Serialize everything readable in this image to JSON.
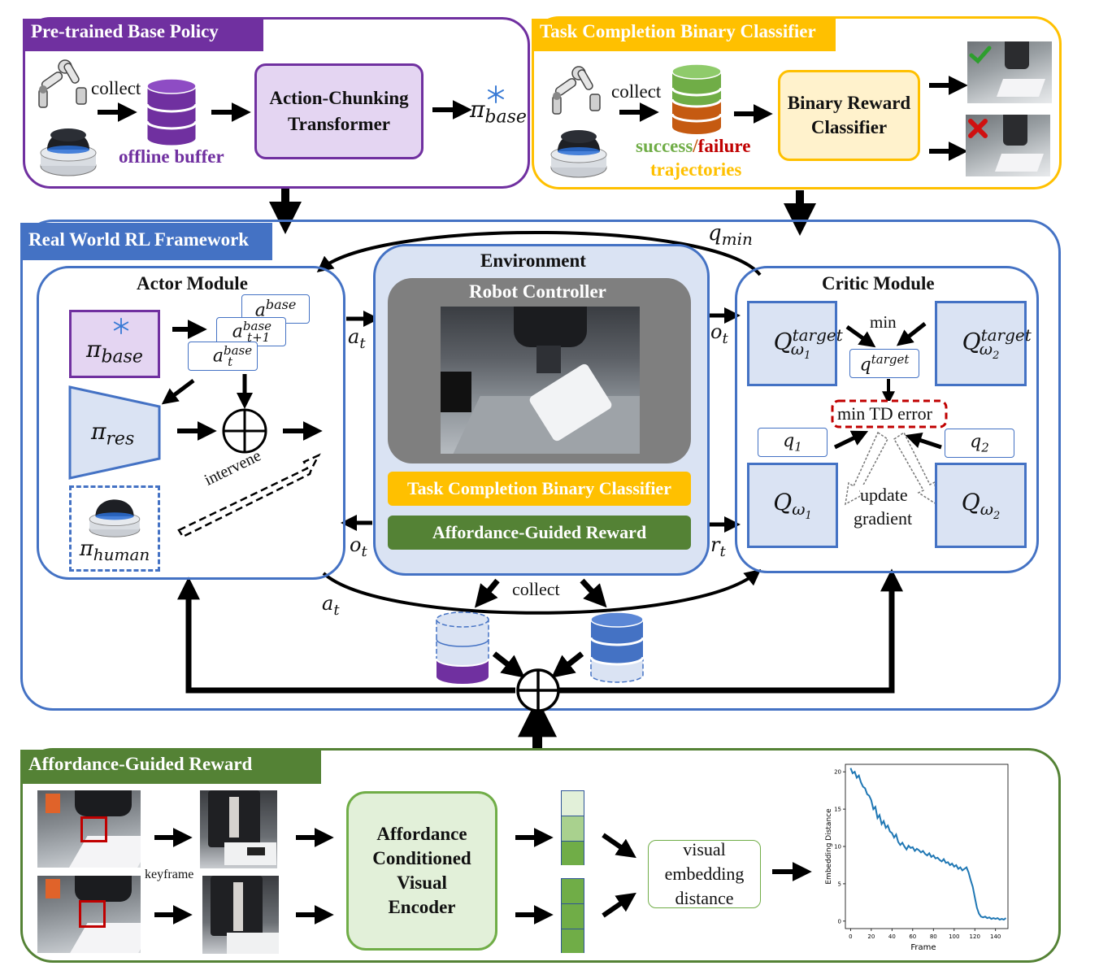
{
  "pretrained": {
    "title": "Pre-trained Base Policy",
    "collect": "collect",
    "buffer_label": "offline buffer",
    "act_label": "Action-Chunking Transformer",
    "pi_base": "base"
  },
  "classifier": {
    "title": "Task Completion Binary Classifier",
    "collect": "collect",
    "success": "success",
    "slash": "/",
    "failure": "failure",
    "trajectories": "trajectories",
    "brc_label": "Binary Reward Classifier"
  },
  "rl": {
    "title": "Real World RL Framework",
    "q_min_sub": "min",
    "actor": {
      "title": "Actor Module",
      "pi_base_sub": "base",
      "pi_res_sub": "res",
      "pi_human_sub": "human",
      "a_base": "base",
      "a_t1_sub": "t+1",
      "a_t_sub": "t",
      "intervene": "intervene"
    },
    "env": {
      "title": "Environment",
      "robot_controller": "Robot Controller",
      "tcbc": "Task Completion Binary Classifier",
      "agr": "Affordance-Guided Reward",
      "a_t": "t",
      "o_t": "t",
      "r_t": "t",
      "collect": "collect"
    },
    "critic": {
      "title": "Critic Module",
      "target": "target",
      "w1": "ω",
      "w1sub": "1",
      "w2sub": "2",
      "min": "min",
      "min_td": "min TD error",
      "q1sub": "1",
      "q2sub": "2",
      "update": "update",
      "gradient": "gradient"
    }
  },
  "affordance": {
    "title": "Affordance-Guided Reward",
    "keyframe": "keyframe",
    "encoder": [
      "Affordance",
      "Conditioned",
      "Visual",
      "Encoder"
    ],
    "distance": [
      "visual",
      "embedding",
      "distance"
    ],
    "chart": {
      "ylabel": "Embedding Distance",
      "xlabel": "Frame"
    }
  },
  "colors": {
    "purple": "#7030a0",
    "purple_light": "#e4d5f2",
    "yellow": "#ffc000",
    "yellow_light": "#fff2cc",
    "blue": "#4472c4",
    "blue_light": "#dae3f3",
    "green": "#548235",
    "green_light": "#e2f0d9",
    "red": "#c00000"
  },
  "chart_data": {
    "type": "line",
    "xlabel": "Frame",
    "ylabel": "Embedding Distance",
    "xlim": [
      -5,
      152
    ],
    "ylim": [
      -1,
      21
    ],
    "xticks": [
      0,
      20,
      40,
      60,
      80,
      100,
      120,
      140
    ],
    "yticks": [
      0,
      5,
      10,
      15,
      20
    ],
    "x": [
      0,
      2,
      4,
      6,
      8,
      10,
      12,
      14,
      16,
      18,
      20,
      22,
      24,
      26,
      28,
      30,
      32,
      34,
      36,
      38,
      40,
      42,
      44,
      46,
      48,
      50,
      52,
      54,
      56,
      58,
      60,
      62,
      64,
      66,
      68,
      70,
      72,
      74,
      76,
      78,
      80,
      82,
      84,
      86,
      88,
      90,
      92,
      94,
      96,
      98,
      100,
      102,
      104,
      106,
      108,
      110,
      112,
      114,
      116,
      118,
      120,
      122,
      124,
      126,
      128,
      130,
      132,
      134,
      136,
      138,
      140,
      142,
      144,
      146,
      148,
      150
    ],
    "values": [
      20.5,
      19.8,
      20.0,
      19.2,
      19.5,
      18.6,
      18.0,
      17.8,
      17.0,
      16.8,
      16.2,
      15.0,
      15.3,
      13.8,
      14.2,
      13.0,
      13.4,
      12.5,
      12.8,
      12.0,
      11.8,
      11.2,
      11.6,
      10.6,
      10.2,
      10.5,
      10.0,
      9.6,
      10.1,
      9.8,
      9.9,
      9.4,
      9.7,
      9.5,
      9.2,
      9.4,
      9.0,
      8.8,
      9.1,
      8.6,
      8.8,
      8.4,
      8.5,
      8.2,
      8.0,
      8.3,
      7.8,
      7.9,
      7.5,
      7.7,
      7.3,
      7.5,
      7.0,
      7.2,
      6.8,
      7.0,
      7.2,
      6.5,
      5.5,
      4.6,
      3.2,
      1.8,
      1.0,
      0.6,
      0.5,
      0.6,
      0.4,
      0.5,
      0.3,
      0.4,
      0.3,
      0.4,
      0.2,
      0.3,
      0.2,
      0.4
    ]
  }
}
